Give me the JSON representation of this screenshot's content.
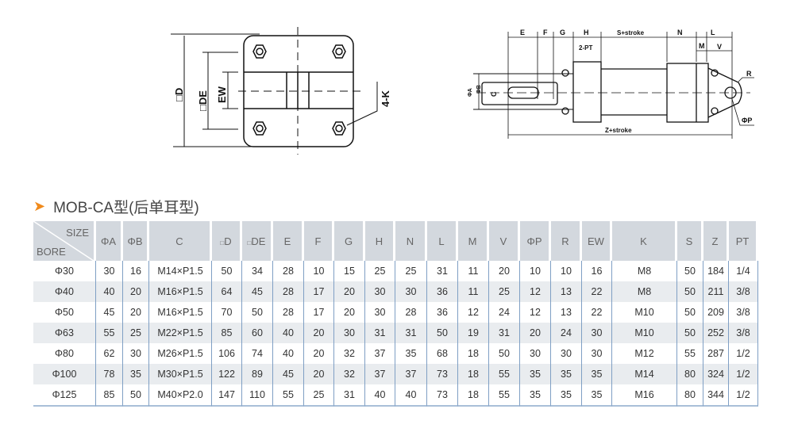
{
  "diagram_front": {
    "labels": {
      "d": "□D",
      "de": "□DE",
      "ew": "EW",
      "k": "4-K"
    }
  },
  "diagram_side": {
    "labels": {
      "e": "E",
      "f": "F",
      "g": "G",
      "h": "H",
      "s": "S+stroke",
      "n": "N",
      "l": "L",
      "m": "M",
      "v": "V",
      "pt": "2-PT",
      "a": "ΦA",
      "b": "ΦB",
      "c": "C",
      "r": "R",
      "p": "ΦP",
      "z": "Z+stroke"
    }
  },
  "title": {
    "arrow": "➤",
    "text": "MOB-CA型(后单耳型)"
  },
  "table": {
    "corner_size": "SIZE",
    "corner_bore": "BORE",
    "headers": [
      "ΦA",
      "ΦB",
      "C",
      "D",
      "DE",
      "E",
      "F",
      "G",
      "H",
      "N",
      "L",
      "M",
      "V",
      "ΦP",
      "R",
      "EW",
      "K",
      "S",
      "Z",
      "PT"
    ],
    "square_prefix": "□",
    "rows": [
      [
        "Φ30",
        "30",
        "16",
        "M14×P1.5",
        "50",
        "34",
        "28",
        "10",
        "15",
        "25",
        "25",
        "31",
        "11",
        "20",
        "10",
        "10",
        "16",
        "M8",
        "50",
        "184",
        "1/4"
      ],
      [
        "Φ40",
        "40",
        "20",
        "M16×P1.5",
        "64",
        "45",
        "28",
        "17",
        "20",
        "30",
        "30",
        "36",
        "11",
        "25",
        "12",
        "13",
        "22",
        "M8",
        "50",
        "211",
        "3/8"
      ],
      [
        "Φ50",
        "45",
        "20",
        "M16×P1.5",
        "70",
        "50",
        "28",
        "17",
        "20",
        "30",
        "28",
        "36",
        "12",
        "24",
        "12",
        "13",
        "22",
        "M10",
        "50",
        "209",
        "3/8"
      ],
      [
        "Φ63",
        "55",
        "25",
        "M22×P1.5",
        "85",
        "60",
        "40",
        "20",
        "30",
        "31",
        "31",
        "50",
        "19",
        "31",
        "20",
        "24",
        "30",
        "M10",
        "50",
        "252",
        "3/8"
      ],
      [
        "Φ80",
        "62",
        "30",
        "M26×P1.5",
        "106",
        "74",
        "40",
        "20",
        "32",
        "37",
        "35",
        "68",
        "18",
        "50",
        "30",
        "30",
        "30",
        "M12",
        "55",
        "287",
        "1/2"
      ],
      [
        "Φ100",
        "78",
        "35",
        "M30×P1.5",
        "122",
        "89",
        "45",
        "20",
        "32",
        "37",
        "37",
        "73",
        "18",
        "55",
        "35",
        "35",
        "35",
        "M14",
        "80",
        "324",
        "1/2"
      ],
      [
        "Φ125",
        "85",
        "50",
        "M40×P2.0",
        "147",
        "110",
        "55",
        "25",
        "31",
        "40",
        "40",
        "73",
        "18",
        "55",
        "35",
        "35",
        "35",
        "M16",
        "80",
        "344",
        "1/2"
      ]
    ]
  }
}
